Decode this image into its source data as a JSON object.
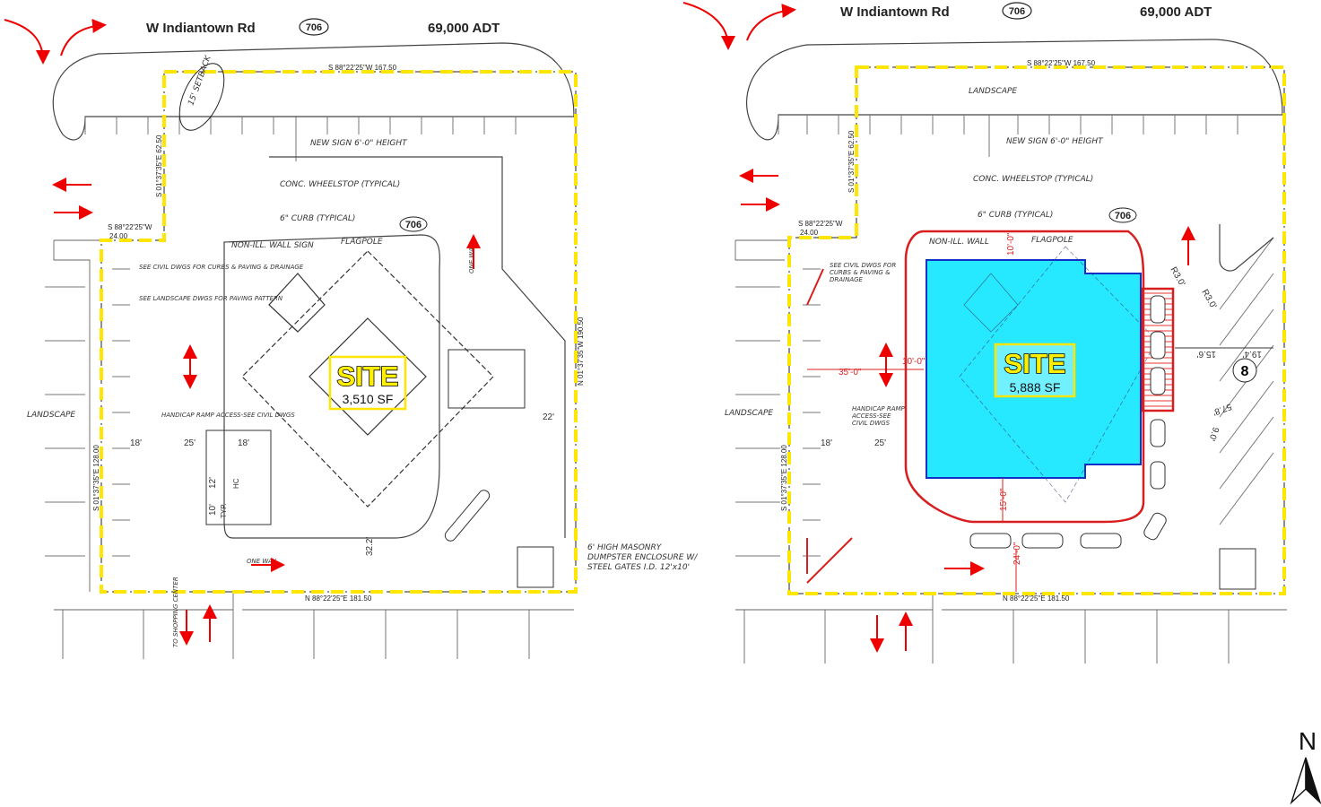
{
  "road": {
    "name": "W Indiantown Rd",
    "route": "706",
    "traffic": "69,000 ADT"
  },
  "left_plan": {
    "site_label": "SITE",
    "area": "3,510 SF",
    "bearings": {
      "north": "S 88°22'25\"W 167.50",
      "east": "N 01°37'35\"W 190.50",
      "south": "N 88°22'25\"E 181.50",
      "west_upper": "S 01°37'35\"E 62.50",
      "west_lower": "S 01°37'35\"E 128.00",
      "jog": "S 88°22'25\"W",
      "jog_len": "24.00"
    },
    "notes": {
      "setback": "15' SETBACK",
      "new_sign": "NEW SIGN 6'-0\" HEIGHT",
      "wheelstop": "CONC. WHEELSTOP (TYPICAL)",
      "curb": "6\" CURB (TYPICAL)",
      "wall_sign": "NON-ILL. WALL SIGN",
      "flagpole": "FLAGPOLE",
      "civil": "SEE CIVIL DWGS FOR CURBS & PAVING & DRAINAGE",
      "landscape_dwgs": "SEE LANDSCAPE DWGS FOR PAVING PATTERN",
      "landscape": "LANDSCAPE",
      "ramp": "HANDICAP RAMP ACCESS-SEE CIVIL DWGS",
      "one_way": "ONE WAY",
      "shopping": "TO SHOPPING CENTER",
      "dumpster": "6' HIGH MASONRY DUMPSTER ENCLOSURE W/ STEEL GATES I.D. 12'x10'"
    },
    "dims": [
      "18'",
      "25'",
      "18'",
      "12'",
      "10'",
      "22'",
      "32.2'",
      "HC",
      "TYP."
    ]
  },
  "right_plan": {
    "site_label": "SITE",
    "area": "5,888 SF",
    "route": "706",
    "parking_count": "8",
    "notes": {
      "landscape_top": "LANDSCAPE",
      "landscape": "LANDSCAPE",
      "new_sign": "NEW SIGN 6'-0\" HEIGHT",
      "wheelstop": "CONC. WHEELSTOP (TYPICAL)",
      "curb": "6\" CURB (TYPICAL)",
      "wall_sign": "NON-ILL. WALL",
      "flagpole": "FLAGPOLE",
      "civil": "SEE CIVIL DWGS FOR CURBS & PAVING & DRAINAGE",
      "ramp": "HANDICAP RAMP ACCESS-SEE CIVIL DWGS"
    },
    "bearings": {
      "north": "S 88°22'25\"W 167.50",
      "south": "N 88°22'25\"E 181.50",
      "west_upper": "S 01°37'35\"E 62.50",
      "west_lower": "S 01°37'35\"E 128.00",
      "jog": "S 88°22'25\"W",
      "jog_len": "24.00"
    },
    "red_dims": [
      "35'-0\"",
      "10'-0\"",
      "10'-0\"",
      "15'-0\"",
      "24'-0\""
    ],
    "dims": [
      "R3.0'",
      "R3.0'",
      "15.6'",
      "19.4'",
      "57.8'",
      "9.0'",
      "18'",
      "25'"
    ]
  },
  "compass": {
    "label": "N"
  },
  "colors": {
    "property_line": "#ffe600",
    "building_fill": "#00e5ff",
    "building_outline": "#1030c8",
    "curb_red": "#d81e1e",
    "arrows": "#e00000"
  }
}
